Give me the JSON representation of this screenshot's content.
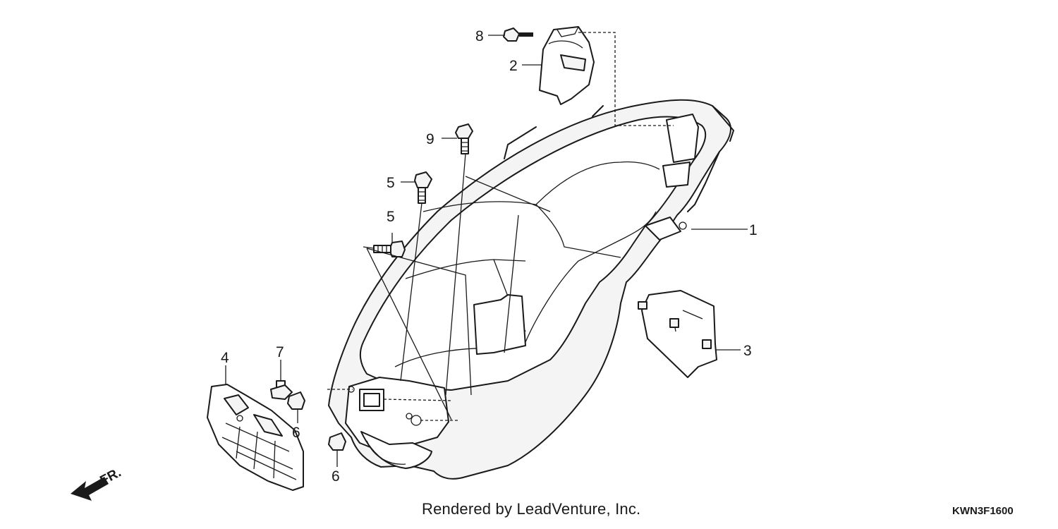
{
  "callouts": {
    "c1": "1",
    "c2": "2",
    "c3": "3",
    "c4": "4",
    "c5a": "5",
    "c5b": "5",
    "c6a": "6",
    "c6b": "6",
    "c7": "7",
    "c8": "8",
    "c9": "9"
  },
  "direction_label": "FR.",
  "credit": "Rendered by LeadVenture, Inc.",
  "diagram_code": "KWN3F1600"
}
